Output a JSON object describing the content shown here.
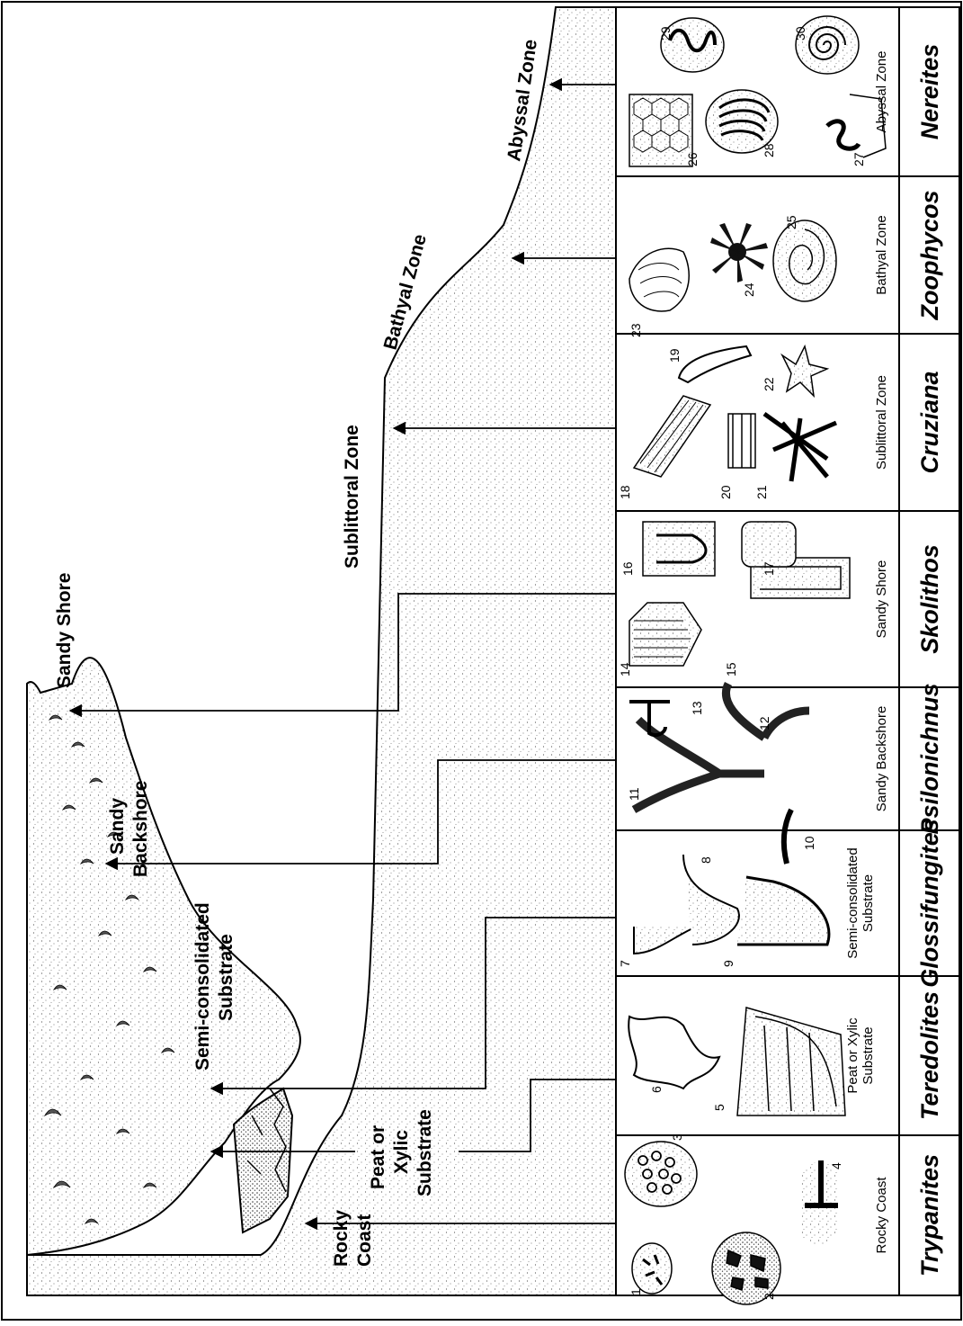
{
  "zones": {
    "rocky_coast": [
      "Rocky",
      "Coast"
    ],
    "peat_xylic": [
      "Peat or",
      "Xylic",
      "Substrate"
    ],
    "semi_consolidated": [
      "Semi-consolidated",
      "Substrate"
    ],
    "sandy_backshore": [
      "Sandy",
      "Backshore"
    ],
    "sandy_shore": "Sandy Shore",
    "sublittoral": "Sublittoral Zone",
    "bathyal": "Bathyal Zone",
    "abyssal": "Abyssal Zone"
  },
  "columns": [
    {
      "ichnofacies": "Trypanites",
      "environment": [
        "Rocky Coast"
      ],
      "numbers": [
        "1",
        "2",
        "3",
        "4"
      ]
    },
    {
      "ichnofacies": "Teredolites",
      "environment": [
        "Peat or Xylic",
        "Substrate"
      ],
      "numbers": [
        "5",
        "6"
      ]
    },
    {
      "ichnofacies": "Glossifungites",
      "environment": [
        "Semi-consolidated",
        "Substrate"
      ],
      "numbers": [
        "7",
        "8",
        "9",
        "10"
      ]
    },
    {
      "ichnofacies": "Psilonichnus",
      "environment": [
        "Sandy Backshore"
      ],
      "numbers": [
        "11",
        "12",
        "13"
      ]
    },
    {
      "ichnofacies": "Skolithos",
      "environment": [
        "Sandy Shore"
      ],
      "numbers": [
        "14",
        "15",
        "16",
        "17"
      ]
    },
    {
      "ichnofacies": "Cruziana",
      "environment": [
        "Sublittoral Zone"
      ],
      "numbers": [
        "18",
        "19",
        "20",
        "21",
        "22"
      ]
    },
    {
      "ichnofacies": "Zoophycos",
      "environment": [
        "Bathyal Zone"
      ],
      "numbers": [
        "23",
        "24",
        "25"
      ]
    },
    {
      "ichnofacies": "Nereites",
      "environment": [
        "Abyssal Zone"
      ],
      "numbers": [
        "26",
        "27",
        "28",
        "29",
        "30"
      ]
    }
  ]
}
